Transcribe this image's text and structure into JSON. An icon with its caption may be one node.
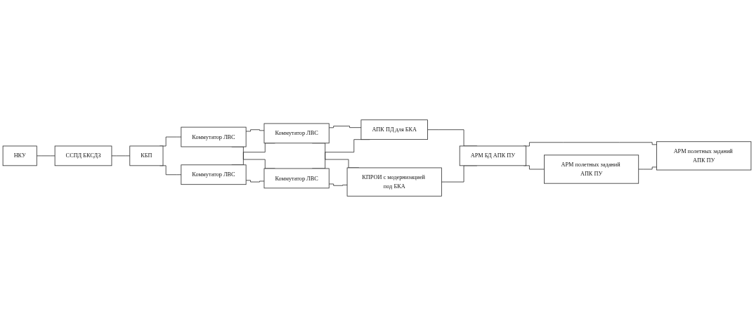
{
  "diagram": {
    "nodes": [
      {
        "text": [
          "НКУ"
        ]
      },
      {
        "text": [
          "ССПД БКСДЗ"
        ]
      },
      {
        "text": [
          "КБП"
        ]
      },
      {
        "text": [
          "Коммутатор ЛВС"
        ]
      },
      {
        "text": [
          "Коммутатор ЛВС"
        ]
      },
      {
        "text": [
          "Коммутатор ЛВС"
        ]
      },
      {
        "text": [
          "Коммутатор ЛВС"
        ]
      },
      {
        "text": [
          "АПК ПД для БКА"
        ]
      },
      {
        "text": [
          "АРМ БД АПК ПУ"
        ]
      },
      {
        "text": [
          "АРМ полетных заданий АПК ПУ"
        ]
      },
      {
        "text": [
          "КПРОИ с модернизацией под БКА"
        ]
      },
      {
        "text": [
          "АРМ полетных заданий АПК ПУ"
        ]
      }
    ],
    "edges": [
      {
        "from": 0,
        "to": 1,
        "arrow": "none"
      },
      {
        "from": 1,
        "to": 2,
        "arrow": "none"
      },
      {
        "from": 2,
        "to": 3,
        "arrow": "none"
      },
      {
        "from": 2,
        "to": 5,
        "arrow": "none"
      },
      {
        "from": 3,
        "to": 4,
        "arrow": "none"
      },
      {
        "from": 3,
        "to": 6,
        "arrow": "none"
      },
      {
        "from": 5,
        "to": 4,
        "arrow": "none"
      },
      {
        "from": 5,
        "to": 6,
        "arrow": "none"
      },
      {
        "from": 4,
        "to": 7,
        "arrow": "none"
      },
      {
        "from": 4,
        "to": 10,
        "arrow": "none"
      },
      {
        "from": 6,
        "to": 7,
        "arrow": "none"
      },
      {
        "from": 6,
        "to": 10,
        "arrow": "none"
      },
      {
        "from": 7,
        "to": 8,
        "arrow": "none"
      },
      {
        "from": 10,
        "to": 8,
        "arrow": "none"
      },
      {
        "from": 8,
        "to": 9,
        "arrow": "none"
      },
      {
        "from": 8,
        "to": 11,
        "arrow": "none"
      },
      {
        "from": 9,
        "to": 11,
        "arrow": "none"
      }
    ]
  }
}
